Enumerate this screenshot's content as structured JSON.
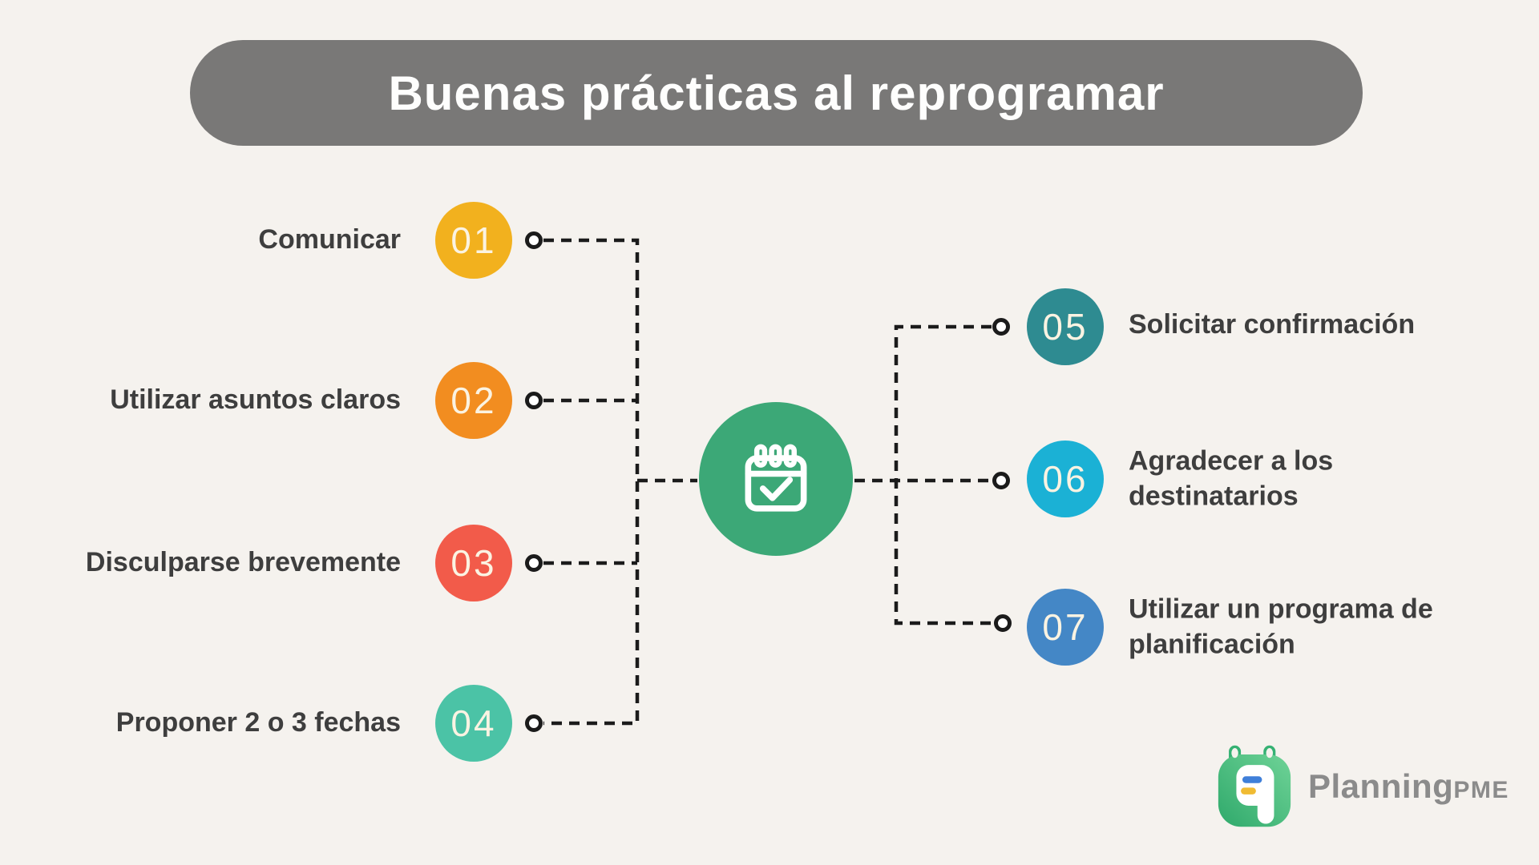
{
  "page": {
    "background": "#F5F2EE",
    "line_color": "#1B1B1B"
  },
  "title": {
    "text": "Buenas prácticas al reprogramar",
    "bg": "#797877",
    "color": "#FEFEFD"
  },
  "center_icon": {
    "name": "calendar-check",
    "bg": "#3CA877"
  },
  "number_color": "#FBF3E2",
  "items_left": [
    {
      "number": "01",
      "label": "Comunicar",
      "color": "#F2B11E"
    },
    {
      "number": "02",
      "label": "Utilizar asuntos claros",
      "color": "#F28D20"
    },
    {
      "number": "03",
      "label": "Disculparse brevemente",
      "color": "#F25B4A"
    },
    {
      "number": "04",
      "label": "Proponer 2 o 3 fechas",
      "color": "#4BC3A6"
    }
  ],
  "items_right": [
    {
      "number": "05",
      "label": "Solicitar confirmación",
      "color": "#2E8B91"
    },
    {
      "number": "06",
      "label": "Agradecer a los destinatarios",
      "color": "#1BB1D5"
    },
    {
      "number": "07",
      "label": "Utilizar un programa de planificación",
      "color": "#4487C6"
    }
  ],
  "logo": {
    "brand": "Planning",
    "suffix": "PME",
    "text_color": "#8B8B8B",
    "green_dark": "#2FA96B",
    "green_mid": "#35B173",
    "green_light": "#6FD397",
    "bar_blue": "#3F7FD9",
    "bar_yellow": "#F0BB33"
  }
}
